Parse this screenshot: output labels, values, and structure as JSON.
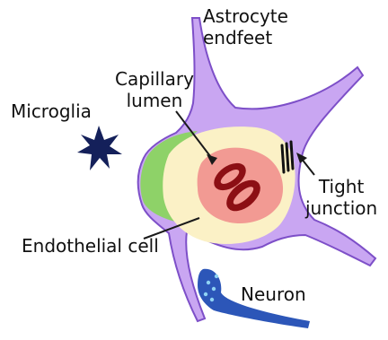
{
  "labels": {
    "astrocyte_1": "Astrocyte",
    "astrocyte_2": "endfeet",
    "capillary_1": "Capillary",
    "capillary_2": "lumen",
    "microglia": "Microglia",
    "tight_1": "Tight",
    "tight_2": "junction",
    "endothelial": "Endothelial cell",
    "neuron": "Neuron"
  },
  "colors": {
    "astrocyte_fill": "#c9a6f2",
    "astrocyte_stroke": "#7d4fc8",
    "pericyte_fill": "#8ed268",
    "endothelial_fill": "#fbf1c6",
    "lumen_fill": "#f29a93",
    "rbc_fill": "#8c0f14",
    "microglia_fill": "#14205a",
    "neuron_fill": "#2c56b8",
    "neuron_dots": "#8fd3f4",
    "line": "#1a1a1a"
  }
}
